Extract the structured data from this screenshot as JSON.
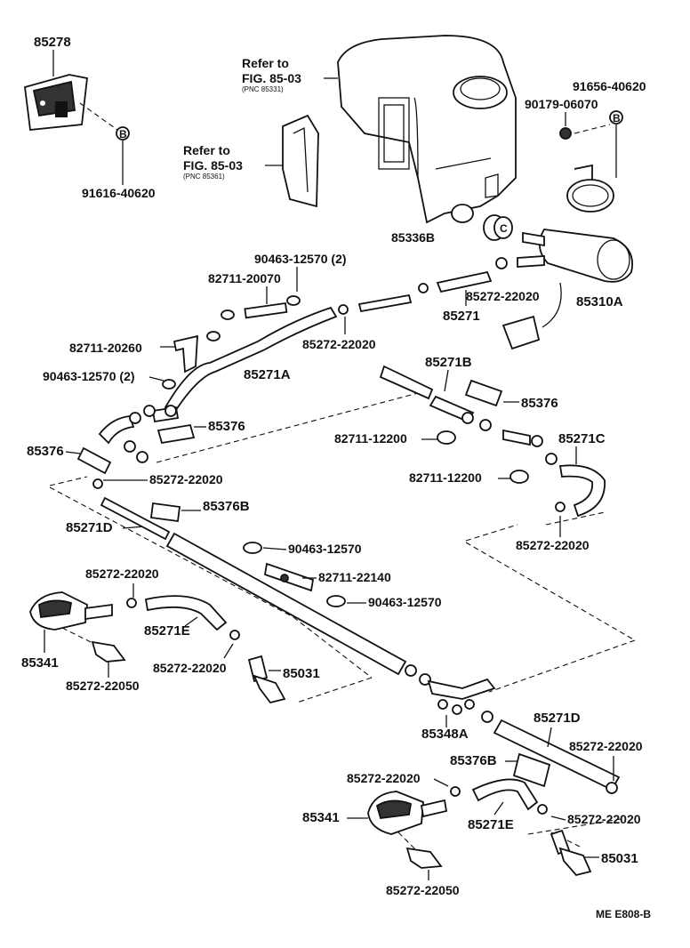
{
  "labels": {
    "p85278": "85278",
    "p91616": "91616-40620",
    "p91656": "91656-40620",
    "p90179": "90179-06070",
    "ref_a": "Refer to",
    "ref_a_fig": "FIG. 85-03",
    "ref_a_pnc": "(PNC 85331)",
    "ref_b": "Refer to",
    "ref_b_fig": "FIG. 85-03",
    "ref_b_pnc": "(PNC 85361)",
    "p85336B": "85336B",
    "p85310A": "85310A",
    "p85271": "85271",
    "p85272_top": "85272-22020",
    "p90463_a": "90463-12570 (2)",
    "p82711_20070": "82711-20070",
    "p82711_20260": "82711-20260",
    "p90463_b": "90463-12570 (2)",
    "p85272_mid": "85272-22020",
    "p85271A": "85271A",
    "p85271B": "85271B",
    "p85376_r": "85376",
    "p85376_m": "85376",
    "p85376_l": "85376",
    "p82711_12200_a": "82711-12200",
    "p82711_12200_b": "82711-12200",
    "p85271C": "85271C",
    "p85272_l1": "85272-22020",
    "p85376B_a": "85376B",
    "p85271D_a": "85271D",
    "p85272_r1": "85272-22020",
    "p90463_c": "90463-12570",
    "p82711_22140": "82711-22140",
    "p90463_d": "90463-12570",
    "p85272_l2": "85272-22020",
    "p85271E_a": "85271E",
    "p85341_a": "85341",
    "p85272_l3": "85272-22020",
    "p85031_a": "85031",
    "p85272_22050_a": "85272-22050",
    "p85348A": "85348A",
    "p85271D_b": "85271D",
    "p85272_r2": "85272-22020",
    "p85376B_b": "85376B",
    "p85272_b1": "85272-22020",
    "p85341_b": "85341",
    "p85271E_b": "85271E",
    "p85272_r3": "85272-22020",
    "p85031_b": "85031",
    "p85272_22050_b": "85272-22050",
    "footer_code": "ME E808-B",
    "mark_b1": "B",
    "mark_b2": "B",
    "mark_c": "C"
  }
}
